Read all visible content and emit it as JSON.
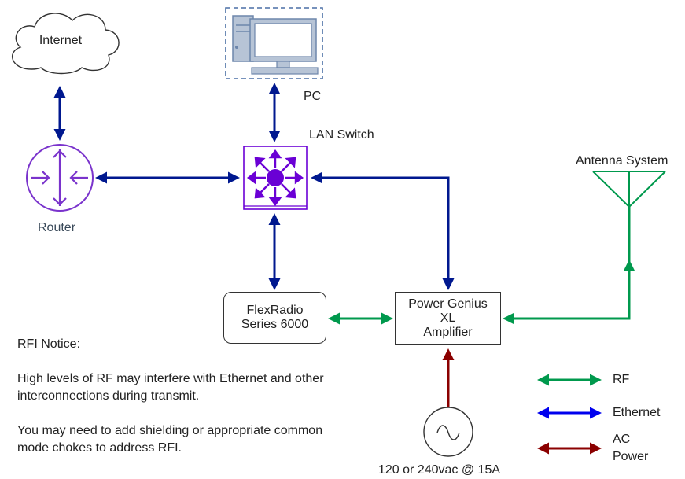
{
  "nodes": {
    "internet": "Internet",
    "pc": "PC",
    "lan_switch": "LAN Switch",
    "router": "Router",
    "antenna": "Antenna System",
    "flexradio_line1": "FlexRadio",
    "flexradio_line2": "Series 6000",
    "amp_line1": "Power Genius",
    "amp_line2": "XL",
    "amp_line3": "Amplifier",
    "power_source": "120 or 240vac @ 15A"
  },
  "notice": {
    "title": "RFI Notice:",
    "line1": "High levels of RF may interfere with Ethernet and other",
    "line2": "interconnections during transmit.",
    "line3": "You may need to add shielding or appropriate common",
    "line4": "mode chokes to address RFI."
  },
  "legend": {
    "rf": "RF",
    "ethernet": "Ethernet",
    "ac_line1": "AC",
    "ac_line2": "Power"
  },
  "colors": {
    "rf": "#00994d",
    "ethernet": "#00188f",
    "legend_ethernet": "#0000ee",
    "ac": "#8b0000",
    "switch_purple": "#6a00d5",
    "pc_blue": "#4a6fa5"
  },
  "icons": {
    "internet": "cloud-icon",
    "pc": "desktop-computer-icon",
    "switch": "network-switch-icon",
    "router": "router-icon",
    "antenna": "antenna-icon",
    "power": "ac-source-icon"
  }
}
